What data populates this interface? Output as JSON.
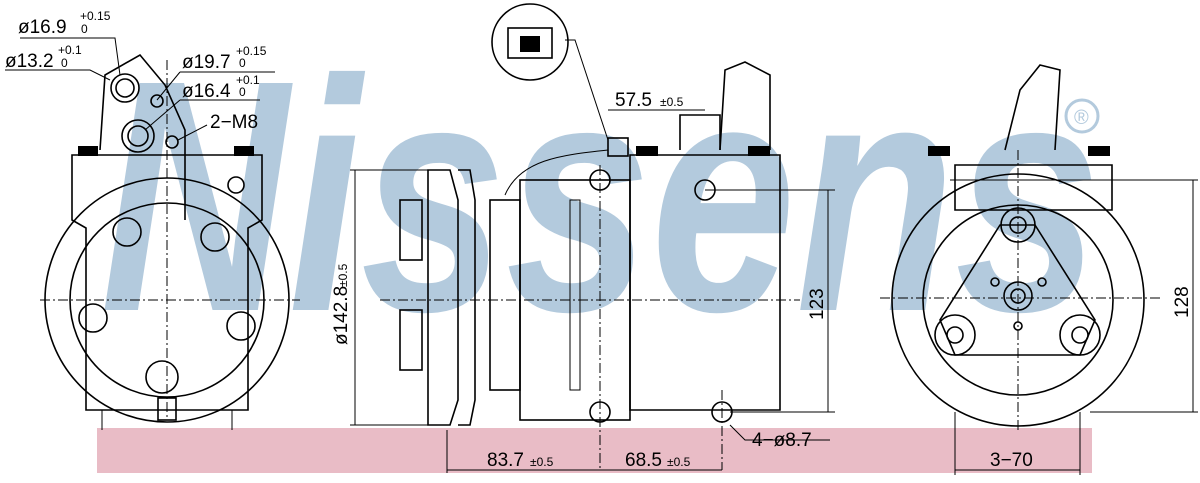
{
  "brand": {
    "watermark": "Nissens",
    "registered": "®"
  },
  "colors": {
    "watermark": "#b3cadd",
    "band": "#e9bcc6",
    "line": "#000000"
  },
  "dimensions": {
    "d1": {
      "main": "ø16.9",
      "tol_upper": "+0.15",
      "tol_lower": "0"
    },
    "d2": {
      "main": "ø13.2",
      "tol_upper": "+0.1",
      "tol_lower": "0"
    },
    "d3": {
      "main": "ø19.7",
      "tol_upper": "+0.15",
      "tol_lower": "0"
    },
    "d4": {
      "main": "ø16.4",
      "tol_upper": "+0.1",
      "tol_lower": "0"
    },
    "thread": "2−M8",
    "connector_offset": {
      "main": "57.5",
      "tol": "±0.5"
    },
    "pulley_diameter": {
      "main": "ø142.8",
      "tol": "±0.5"
    },
    "height_side": "123",
    "height_rear": "128",
    "mount_a": {
      "main": "83.7",
      "tol": "±0.5"
    },
    "mount_b": {
      "main": "68.5",
      "tol": "±0.5"
    },
    "holes": "4−ø8.7",
    "rear_holes": "3−70"
  }
}
